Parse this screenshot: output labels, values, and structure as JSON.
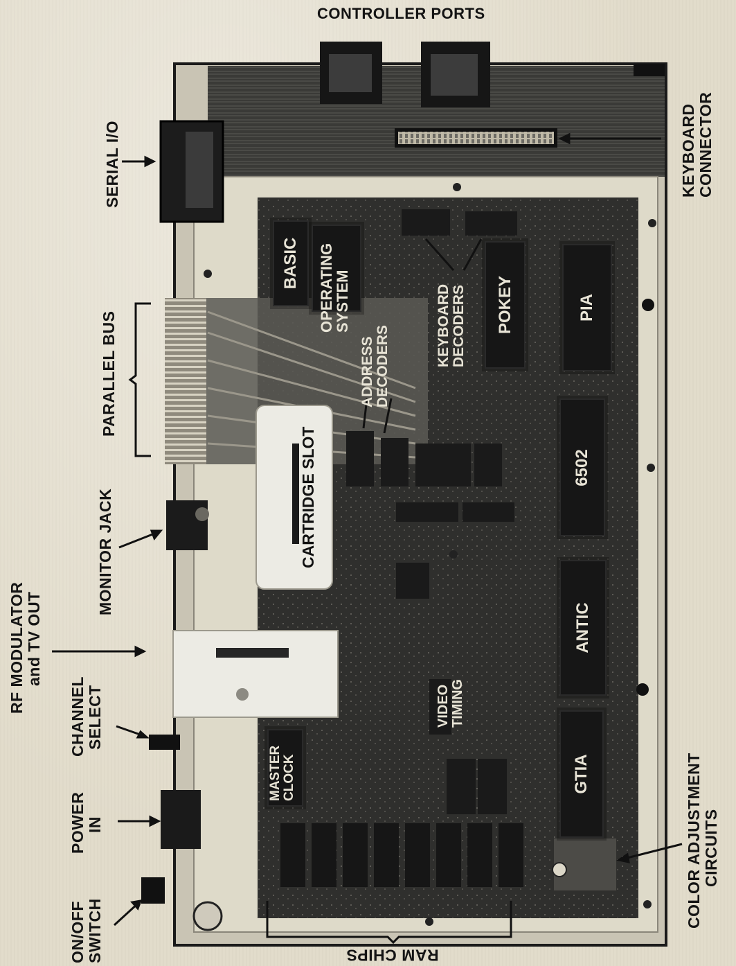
{
  "labels": {
    "controller_ports": "CONTROLLER PORTS",
    "serial_io": "SERIAL I/O",
    "keyboard_connector_1": "KEYBOARD",
    "keyboard_connector_2": "CONNECTOR",
    "parallel_bus": "PARALLEL BUS",
    "monitor_jack": "MONITOR JACK",
    "rf_modulator_1": "RF MODULATOR",
    "rf_modulator_2": "and TV OUT",
    "channel_select_1": "CHANNEL",
    "channel_select_2": "SELECT",
    "power_in_1": "POWER",
    "power_in_2": "IN",
    "onoff_switch_1": "ON/OFF",
    "onoff_switch_2": "SWITCH",
    "color_adjustment_1": "COLOR ADJUSTMENT",
    "color_adjustment_2": "CIRCUITS",
    "ram_chips": "RAM CHIPS"
  },
  "board_labels": {
    "basic": "BASIC",
    "operating_1": "OPERATING",
    "operating_2": "SYSTEM",
    "keyboard_decoders_1": "KEYBOARD",
    "keyboard_decoders_2": "DECODERS",
    "pokey": "POKEY",
    "pia": "PIA",
    "address_decoders_1": "ADDRESS",
    "address_decoders_2": "DECODERS",
    "cartridge_slot": "CARTRIDGE SLOT",
    "cpu": "6502",
    "antic": "ANTIC",
    "gtia": "GTIA",
    "master_clock_1": "MASTER",
    "master_clock_2": "CLOCK",
    "video_1": "VIDEO",
    "video_2": "TIMING"
  },
  "colors": {
    "paper": "#e2dccb",
    "board": "#2f2f2d",
    "ink": "#141414"
  }
}
